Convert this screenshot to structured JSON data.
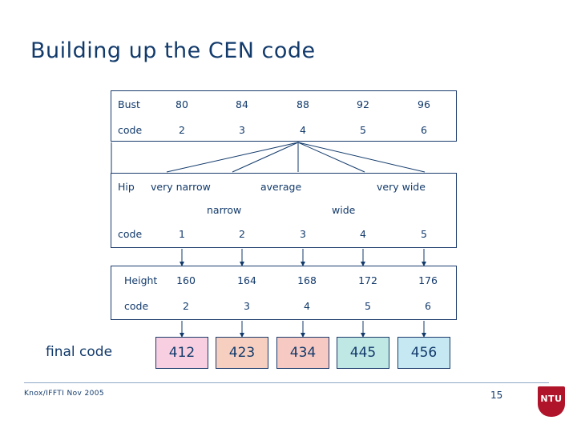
{
  "slide": {
    "title": "Building up the CEN code",
    "final_code_label": "final code",
    "footer_text": "Knox/IFFTI Nov 2005",
    "page_number": "15",
    "logo_text": "NTU"
  },
  "bust_table": {
    "row_label_1": "Bust",
    "row_label_2": "code",
    "values": [
      "80",
      "84",
      "88",
      "92",
      "96"
    ],
    "codes": [
      "2",
      "3",
      "4",
      "5",
      "6"
    ]
  },
  "hip_table": {
    "row_label": "Hip",
    "descriptors_top": [
      "very narrow",
      "average",
      "very wide"
    ],
    "descriptors_bottom": [
      "narrow",
      "wide"
    ],
    "code_label": "code",
    "codes": [
      "1",
      "2",
      "3",
      "4",
      "5"
    ]
  },
  "height_table": {
    "row_label_1": "Height",
    "row_label_2": "code",
    "values": [
      "160",
      "164",
      "168",
      "172",
      "176"
    ],
    "codes": [
      "2",
      "3",
      "4",
      "5",
      "6"
    ]
  },
  "final_codes": [
    {
      "value": "412",
      "color": "#f8cfe0"
    },
    {
      "value": "423",
      "color": "#f7cfc0"
    },
    {
      "value": "434",
      "color": "#f6c9c2"
    },
    {
      "value": "445",
      "color": "#bfe7e4"
    },
    {
      "value": "456",
      "color": "#c6e8f2"
    }
  ]
}
